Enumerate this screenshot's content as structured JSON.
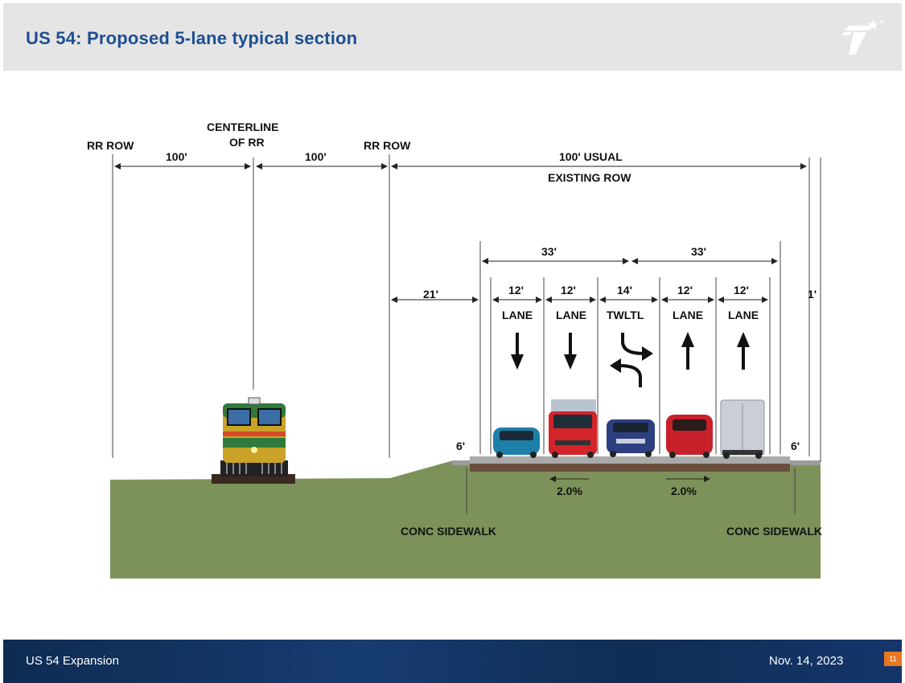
{
  "header": {
    "title": "US 54: Proposed 5-lane typical section"
  },
  "footer": {
    "left": "US 54 Expansion",
    "date": "Nov. 14, 2023",
    "page": "11"
  },
  "diagram": {
    "rr_row_left": "RR ROW",
    "centerline_1": "CENTERLINE",
    "centerline_2": "OF RR",
    "rr_row_right": "RR ROW",
    "dim_100_left": "100'",
    "dim_100_right": "100'",
    "usual_row_1": "100' USUAL",
    "usual_row_2": "EXISTING ROW",
    "dim_33_left": "33'",
    "dim_33_right": "33'",
    "dim_21": "21'",
    "dim_1": "1'",
    "sidewalk_width_left": "6'",
    "sidewalk_width_right": "6'",
    "lanes": [
      {
        "width": "12'",
        "label": "LANE",
        "arrow": "down"
      },
      {
        "width": "12'",
        "label": "LANE",
        "arrow": "down"
      },
      {
        "width": "14'",
        "label": "TWLTL",
        "arrow": "two-way-left-turn"
      },
      {
        "width": "12'",
        "label": "LANE",
        "arrow": "up"
      },
      {
        "width": "12'",
        "label": "LANE",
        "arrow": "up"
      }
    ],
    "slope_left": "2.0%",
    "slope_right": "2.0%",
    "sidewalk_left": "CONC SIDEWALK",
    "sidewalk_right": "CONC SIDEWALK"
  },
  "colors": {
    "title": "#1d4f91",
    "ground": "#7d925a",
    "pavement": "#a9a9a9",
    "accent": "#e87722"
  }
}
